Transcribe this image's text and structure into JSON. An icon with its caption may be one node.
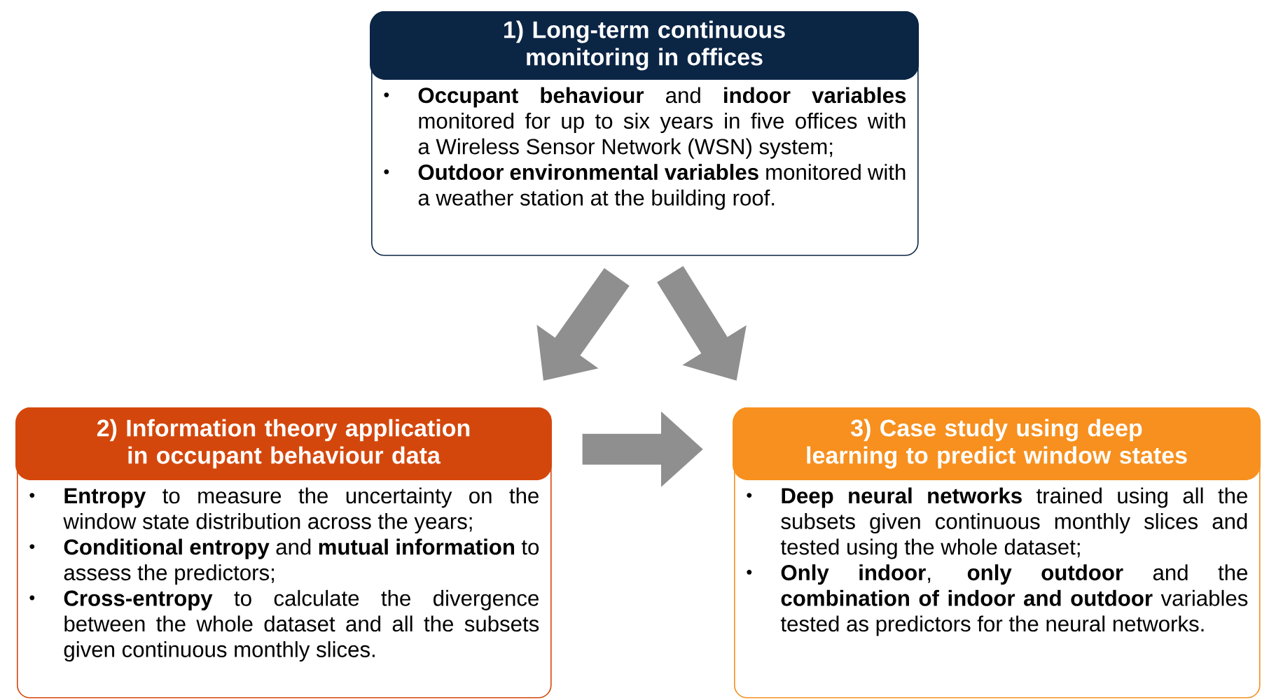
{
  "diagram": {
    "nodes": [
      {
        "text": [
          "1) Long-term continuous monitoring in offices",
          "**Occupant behaviour** and **indoor variables** monitored for up to six years in five offices with a Wireless Sensor Network (WSN) system;",
          "**Outdoor environmental variables** monitored with a weather station at the building roof."
        ]
      },
      {
        "text": [
          "2) Information theory application in occupant behaviour data",
          "**Entropy** to measure the uncertainty on the window state distribution across the years;",
          "**Conditional entropy** and **mutual information** to assess the predictors;",
          "**Cross-entropy** to calculate the divergence between the whole dataset and all the subsets given continuous monthly slices."
        ]
      },
      {
        "text": [
          "3) Case study using deep learning to predict window states",
          "**Deep neural networks** trained using all the subsets given continuous monthly slices and tested using the whole dataset;",
          "**Only indoor**, **only outdoor** and the **combination of indoor and outdoor** variables tested as predictors for the neural networks."
        ]
      }
    ],
    "edges": [
      {
        "from": 0,
        "to": 1,
        "arrow": "to"
      },
      {
        "from": 0,
        "to": 2,
        "arrow": "to"
      },
      {
        "from": 1,
        "to": 2,
        "arrow": "to"
      }
    ]
  }
}
